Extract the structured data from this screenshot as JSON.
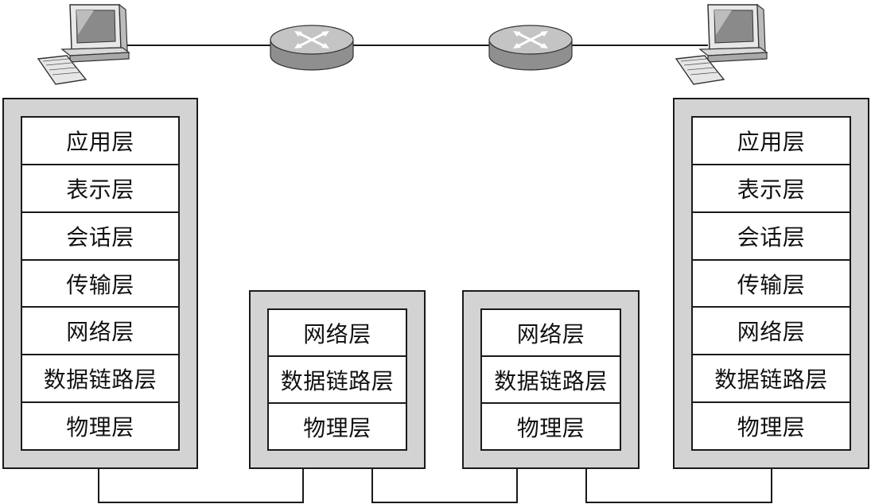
{
  "stacks": {
    "left": {
      "layers": [
        "应用层",
        "表示层",
        "会话层",
        "传输层",
        "网络层",
        "数据链路层",
        "物理层"
      ]
    },
    "mid1": {
      "layers": [
        "网络层",
        "数据链路层",
        "物理层"
      ]
    },
    "mid2": {
      "layers": [
        "网络层",
        "数据链路层",
        "物理层"
      ]
    },
    "right": {
      "layers": [
        "应用层",
        "表示层",
        "会话层",
        "传输层",
        "网络层",
        "数据链路层",
        "物理层"
      ]
    }
  },
  "devices": {
    "host_left": {
      "icon": "computer-icon"
    },
    "router_1": {
      "icon": "router-icon"
    },
    "router_2": {
      "icon": "router-icon"
    },
    "host_right": {
      "icon": "computer-icon"
    }
  },
  "colors": {
    "frame": "#d3d3d3",
    "line": "#1a1a1a",
    "router_body": "#8f8f8f",
    "router_top": "#c4c4c4"
  }
}
